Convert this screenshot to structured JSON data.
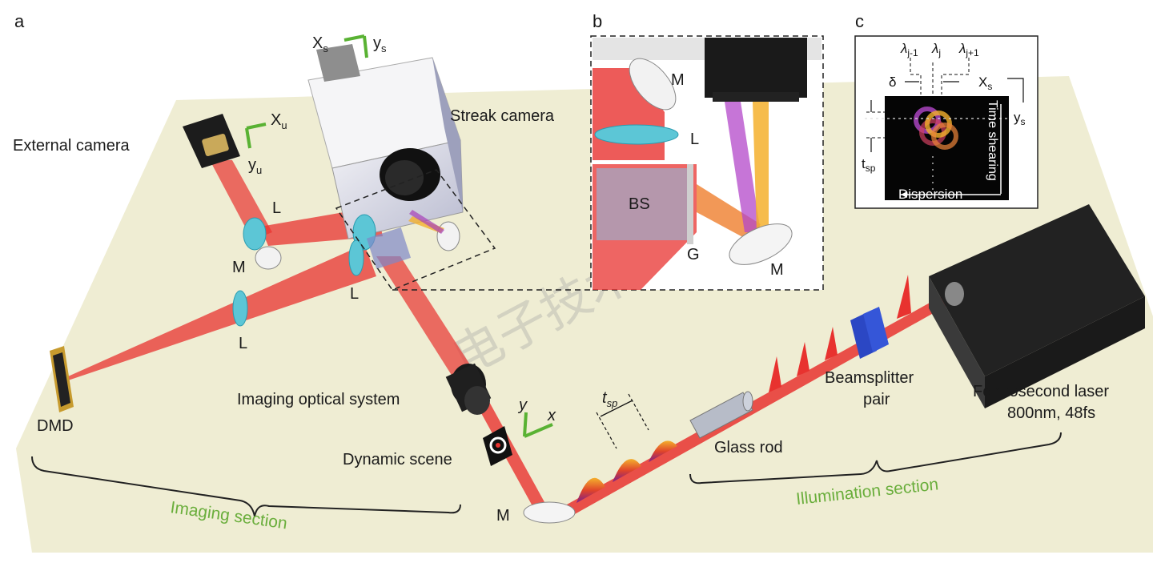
{
  "panels": {
    "a": "a",
    "b": "b",
    "c": "c"
  },
  "labels": {
    "external_camera": "External camera",
    "streak_camera": "Streak camera",
    "dmd": "DMD",
    "imaging_optical_system": "Imaging optical system",
    "dynamic_scene": "Dynamic scene",
    "glass_rod": "Glass rod",
    "beamsplitter_pair_line1": "Beamsplitter",
    "beamsplitter_pair_line2": "pair",
    "laser_line1": "Femtosecond laser",
    "laser_line2": "800nm, 48fs",
    "lens": "L",
    "mirror": "M",
    "beamsplitter": "BS",
    "grating": "G"
  },
  "sections": {
    "imaging": "Imaging section",
    "illumination": "Illumination section"
  },
  "axes": {
    "xs": "X",
    "xs_sub": "s",
    "ys": "y",
    "ys_sub": "s",
    "xu": "X",
    "xu_sub": "u",
    "yu": "y",
    "yu_sub": "u",
    "x": "x",
    "y": "y"
  },
  "tsp": {
    "main": "t",
    "sub": "sp"
  },
  "panel_c": {
    "delta": "δ",
    "lambda": "λ",
    "sub_prev": "j-1",
    "sub_cur": "j",
    "sub_next": "j+1",
    "time_shearing": "Time shearing",
    "dispersion": "Dispersion"
  },
  "watermark": "电子技术设计",
  "colors": {
    "table": "#efedd3",
    "beam": "#e8322f",
    "camera_body": "#dcdde6",
    "laser_body": "#2b2b2b",
    "axis_green": "#59b233",
    "lens_cyan": "#5cc6d6",
    "section_green": "#6aae3c"
  }
}
